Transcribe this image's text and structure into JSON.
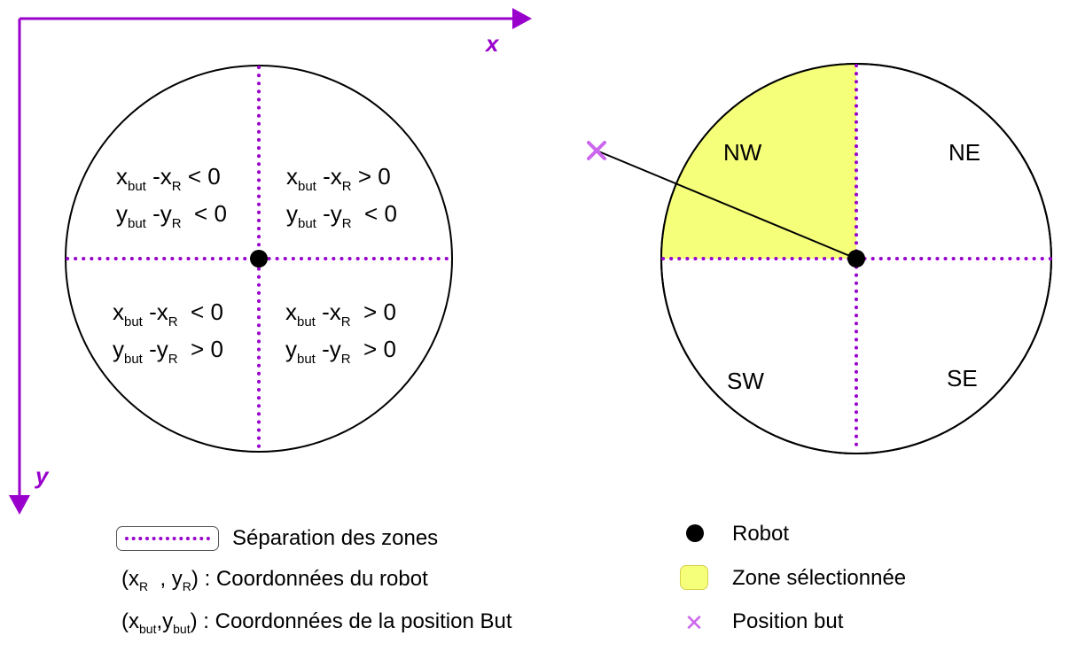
{
  "colors": {
    "accent": "#9900cc",
    "goal_marker": "#cc66ee",
    "selected_zone": "#f5ff7a",
    "robot": "#000000",
    "outline": "#000000"
  },
  "axes": {
    "x_label": "x",
    "y_label": "y"
  },
  "left_diagram": {
    "quadrants": {
      "nw": {
        "line1": {
          "a": "x",
          "a_sub": "but",
          "b": " -x",
          "b_sub": "R",
          "rel": " < 0"
        },
        "line2": {
          "a": "y",
          "a_sub": "but",
          "b": " -y",
          "b_sub": "R",
          "rel": "  < 0"
        }
      },
      "ne": {
        "line1": {
          "a": "x",
          "a_sub": "but",
          "b": " -x",
          "b_sub": "R",
          "rel": " > 0"
        },
        "line2": {
          "a": "y",
          "a_sub": "but",
          "b": " -y",
          "b_sub": "R",
          "rel": "  < 0"
        }
      },
      "sw": {
        "line1": {
          "a": "x",
          "a_sub": "but",
          "b": " -x",
          "b_sub": "R",
          "rel": "  < 0"
        },
        "line2": {
          "a": "y",
          "a_sub": "but",
          "b": " -y",
          "b_sub": "R",
          "rel": "  > 0"
        }
      },
      "se": {
        "line1": {
          "a": "x",
          "a_sub": "but",
          "b": " -x",
          "b_sub": "R",
          "rel": "  > 0"
        },
        "line2": {
          "a": "y",
          "a_sub": "but",
          "b": " -y",
          "b_sub": "R",
          "rel": "  > 0"
        }
      }
    }
  },
  "right_diagram": {
    "zones": {
      "nw": "NW",
      "ne": "NE",
      "sw": "SW",
      "se": "SE"
    },
    "selected_zone": "NW"
  },
  "legend": {
    "separation": "Séparation des zones",
    "robot_coords": {
      "open": "(x",
      "x_sub": "R",
      "mid": "  , y",
      "y_sub": "R",
      "close": ") : Coordonnées du robot"
    },
    "goal_coords": {
      "open": "(x",
      "x_sub": "but",
      "mid": ",y",
      "y_sub": "but",
      "close": ") : Coordonnées de la position But"
    },
    "robot": "Robot",
    "selected_zone": "Zone sélectionnée",
    "goal_position": "Position but",
    "goal_symbol": "✕"
  }
}
